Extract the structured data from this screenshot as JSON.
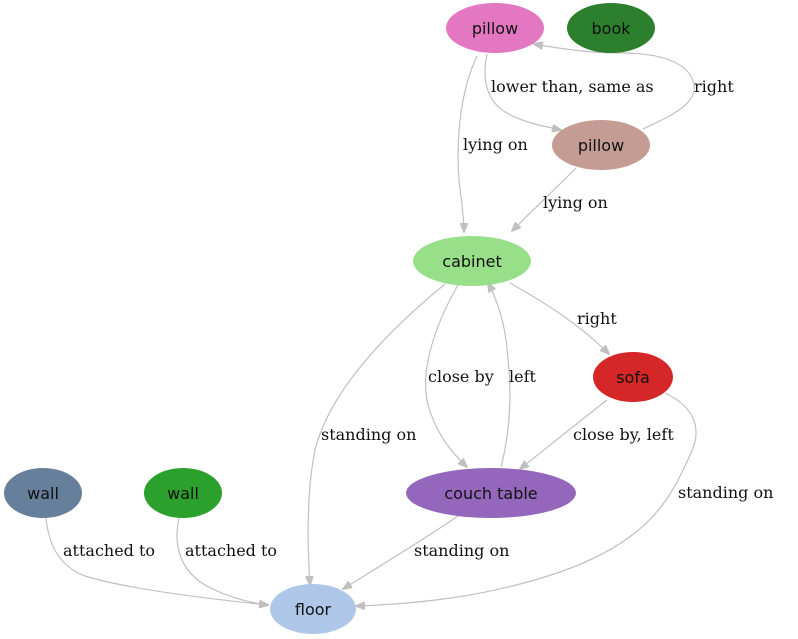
{
  "nodes": [
    {
      "id": "pillow1",
      "label": "pillow",
      "color": "#e377c2"
    },
    {
      "id": "book",
      "label": "book",
      "color": "#2c7f2c"
    },
    {
      "id": "pillow2",
      "label": "pillow",
      "color": "#c49c94"
    },
    {
      "id": "cabinet",
      "label": "cabinet",
      "color": "#98df8a"
    },
    {
      "id": "sofa",
      "label": "sofa",
      "color": "#d62728"
    },
    {
      "id": "couch_table",
      "label": "couch table",
      "color": "#9467bd"
    },
    {
      "id": "wall1",
      "label": "wall",
      "color": "#667f9a"
    },
    {
      "id": "wall2",
      "label": "wall",
      "color": "#2ca02c"
    },
    {
      "id": "floor",
      "label": "floor",
      "color": "#aec7e8"
    }
  ],
  "edges": [
    {
      "from": "pillow1",
      "to": "pillow2",
      "label": "lower than, same as"
    },
    {
      "from": "pillow2",
      "to": "pillow1",
      "label": "right"
    },
    {
      "from": "pillow1",
      "to": "cabinet",
      "label": "lying on"
    },
    {
      "from": "pillow2",
      "to": "cabinet",
      "label": "lying on"
    },
    {
      "from": "cabinet",
      "to": "sofa",
      "label": "right"
    },
    {
      "from": "cabinet",
      "to": "couch_table",
      "label": "close by"
    },
    {
      "from": "couch_table",
      "to": "cabinet",
      "label": "left"
    },
    {
      "from": "cabinet",
      "to": "floor",
      "label": "standing on"
    },
    {
      "from": "sofa",
      "to": "couch_table",
      "label": "close by, left"
    },
    {
      "from": "sofa",
      "to": "floor",
      "label": "standing on"
    },
    {
      "from": "couch_table",
      "to": "floor",
      "label": "standing on"
    },
    {
      "from": "wall1",
      "to": "floor",
      "label": "attached to"
    },
    {
      "from": "wall2",
      "to": "floor",
      "label": "attached to"
    }
  ]
}
